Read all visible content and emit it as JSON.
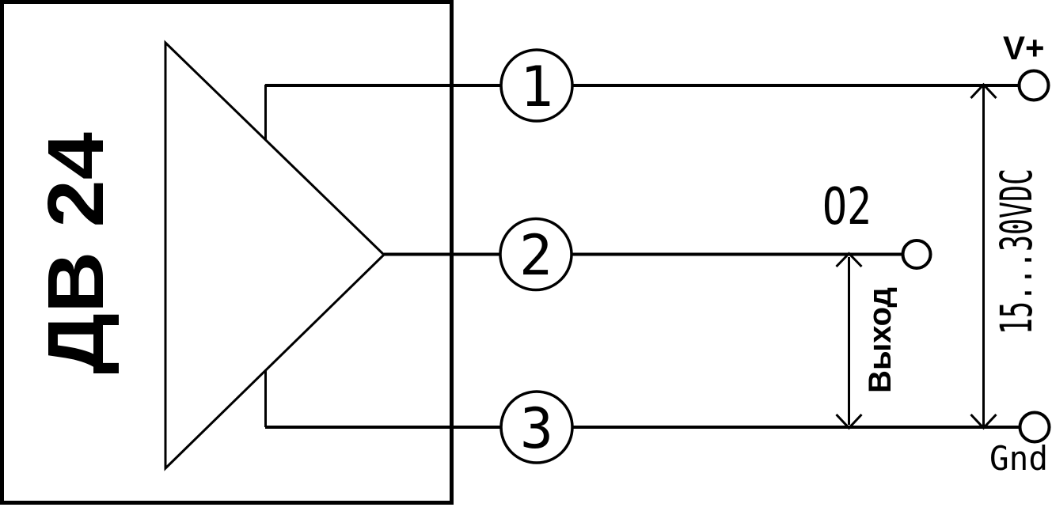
{
  "device": {
    "name": "ДВ 24"
  },
  "pins": [
    {
      "number": "1"
    },
    {
      "number": "2"
    },
    {
      "number": "3"
    }
  ],
  "terminals": {
    "positive": {
      "label": "V+"
    },
    "output": {
      "designation": "O2"
    },
    "ground": {
      "label": "Gnd"
    }
  },
  "annotations": {
    "supply_range": "15...30VDC",
    "output_label": "Выход"
  },
  "colors": {
    "line": "#000000",
    "background": "#ffffff"
  }
}
